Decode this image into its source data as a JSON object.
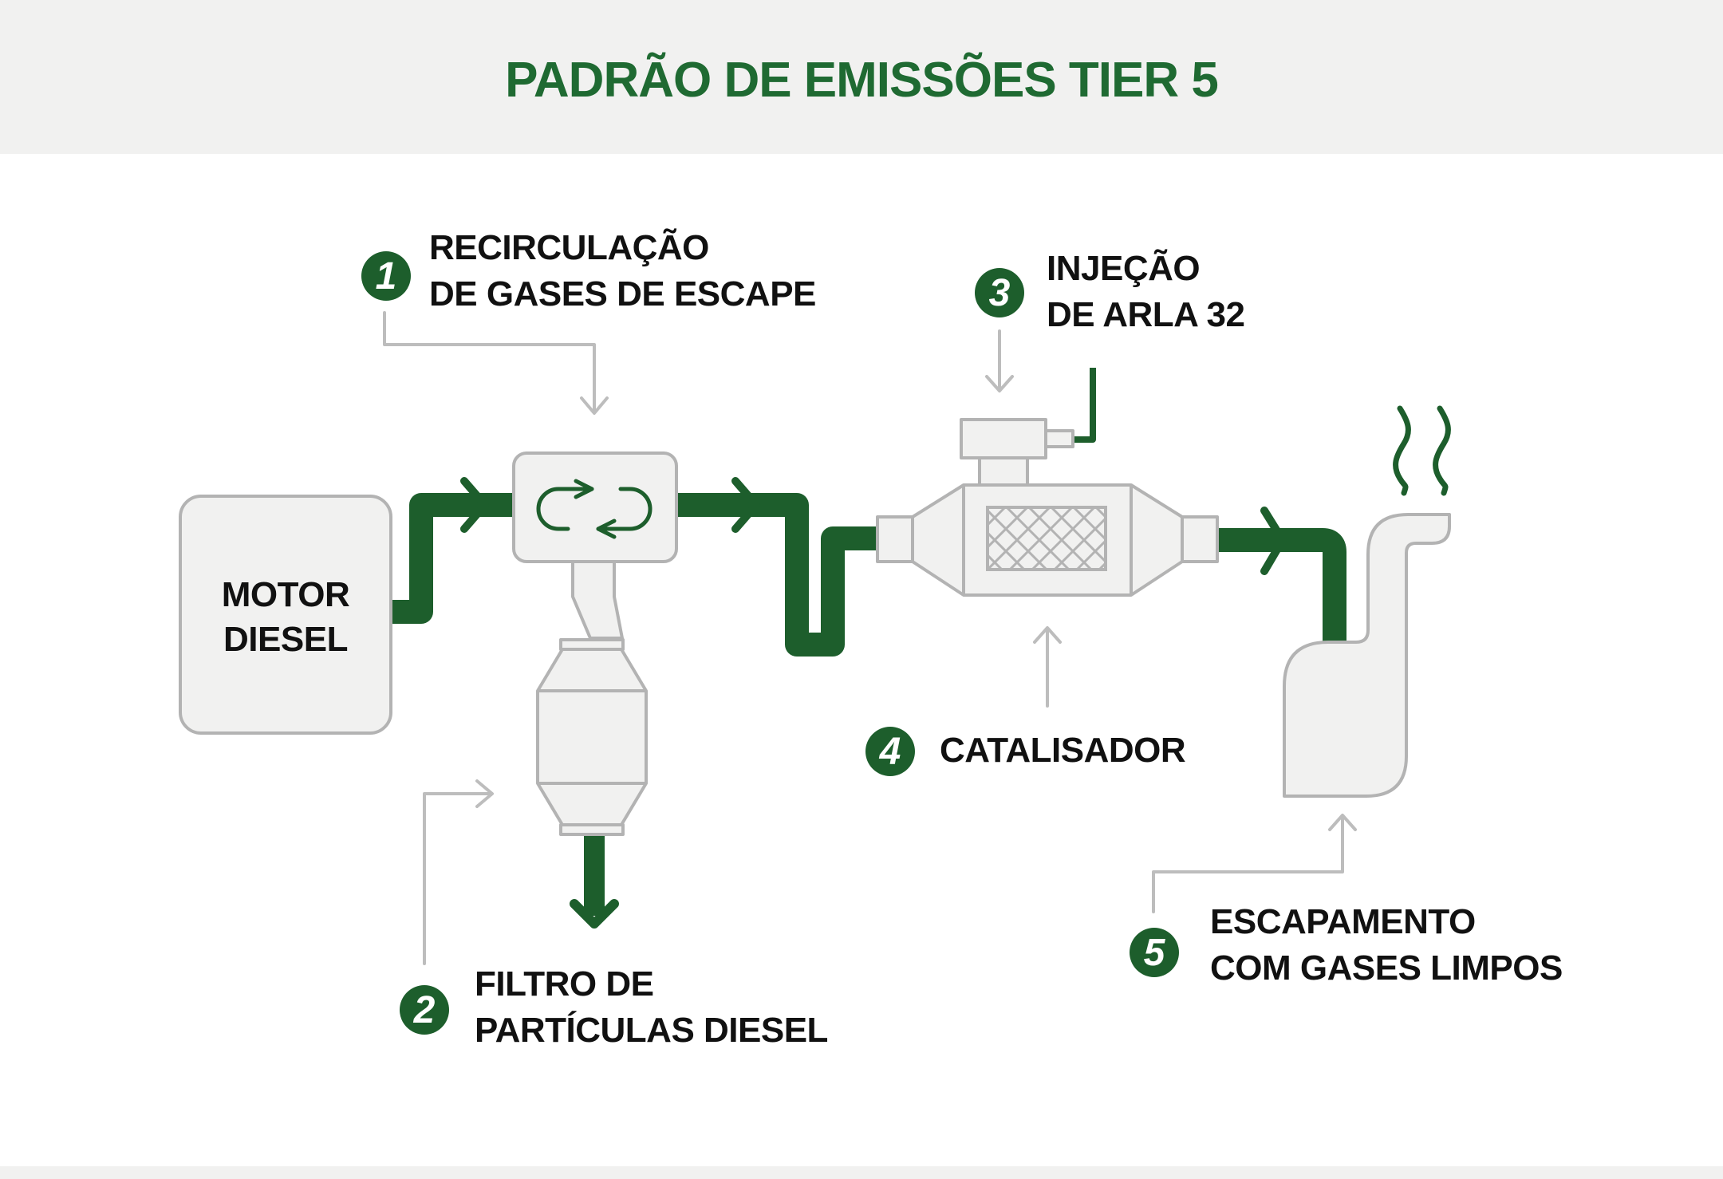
{
  "title": "PADRÃO DE EMISSÕES TIER 5",
  "colors": {
    "brand_green": "#1f6a32",
    "pipe_green": "#1d5e2c",
    "component_fill": "#f1f1f0",
    "component_stroke": "#b3b3b3",
    "pointer_gray": "#bdbdbd"
  },
  "motor": {
    "line1": "MOTOR",
    "line2": "DIESEL"
  },
  "steps": [
    {
      "number": "1",
      "line1": "RECIRCULAÇÃO",
      "line2": "DE GASES DE ESCAPE"
    },
    {
      "number": "2",
      "line1": "FILTRO DE",
      "line2": "PARTÍCULAS DIESEL"
    },
    {
      "number": "3",
      "line1": "INJEÇÃO",
      "line2": "DE ARLA 32"
    },
    {
      "number": "4",
      "line1": "CATALISADOR"
    },
    {
      "number": "5",
      "line1": "ESCAPAMENTO",
      "line2": "COM GASES LIMPOS"
    }
  ],
  "icons": {
    "recirculation": "recycle-arrows-icon",
    "catalyst_mesh": "crosshatch-mesh-icon",
    "exhaust_smoke": "wavy-smoke-icon"
  }
}
